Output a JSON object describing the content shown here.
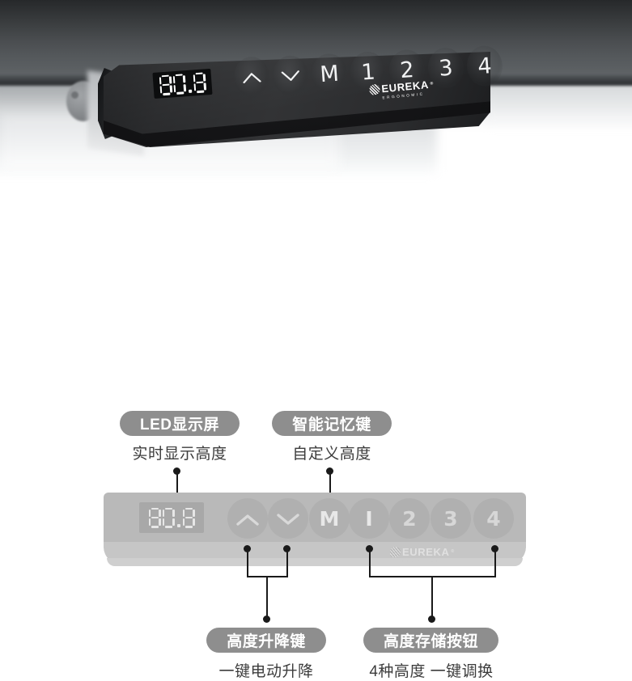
{
  "product": {
    "brand": "EUREKA",
    "brand_sub": "ERGONOMIC",
    "brand_trademark": "®"
  },
  "photo": {
    "alt_name": "standing-desk-control-panel-photo",
    "led_value": "80.8",
    "buttons": [
      {
        "name": "up",
        "label": "∧",
        "icon": "chevron-up-icon"
      },
      {
        "name": "down",
        "label": "∨",
        "icon": "chevron-down-icon"
      },
      {
        "name": "memory",
        "label": "M",
        "icon": "memory-icon"
      },
      {
        "name": "preset-1",
        "label": "1",
        "icon": "preset-one-icon"
      },
      {
        "name": "preset-2",
        "label": "2",
        "icon": "preset-two-icon"
      },
      {
        "name": "preset-3",
        "label": "3",
        "icon": "preset-three-icon"
      },
      {
        "name": "preset-4",
        "label": "4",
        "icon": "preset-four-icon"
      }
    ]
  },
  "diagram": {
    "led_value": "80.8",
    "buttons": [
      {
        "name": "up",
        "label": "∧",
        "icon": "chevron-up-icon"
      },
      {
        "name": "down",
        "label": "∨",
        "icon": "chevron-down-icon"
      },
      {
        "name": "memory",
        "label": "M",
        "icon": "memory-icon"
      },
      {
        "name": "preset-1",
        "label": "I",
        "icon": "preset-one-icon"
      },
      {
        "name": "preset-2",
        "label": "2",
        "icon": "preset-two-icon"
      },
      {
        "name": "preset-3",
        "label": "3",
        "icon": "preset-three-icon"
      },
      {
        "name": "preset-4",
        "label": "4",
        "icon": "preset-four-icon"
      }
    ]
  },
  "annotations": [
    {
      "key": "led-display",
      "badge": "LED显示屏",
      "caption": "实时显示高度",
      "position": "top-left"
    },
    {
      "key": "smart-memory-key",
      "badge": "智能记忆键",
      "caption": "自定义高度",
      "position": "top-right"
    },
    {
      "key": "height-adjust-keys",
      "badge": "高度升降键",
      "caption": "一键电动升降",
      "position": "bottom-left"
    },
    {
      "key": "height-preset-buttons",
      "badge": "高度存储按钮",
      "caption": "4种高度 一键调换",
      "position": "bottom-right"
    }
  ],
  "colors": {
    "badge_bg": "#8e8e8e",
    "badge_text": "#ffffff",
    "caption_text": "#3c3c3c",
    "panel_gray": "#b9b9b9",
    "button_gray": "#b0b0b0",
    "leader_line": "#1a1a1a",
    "panel_dark": "#2a2b2d",
    "led_on": "#ffffff"
  }
}
